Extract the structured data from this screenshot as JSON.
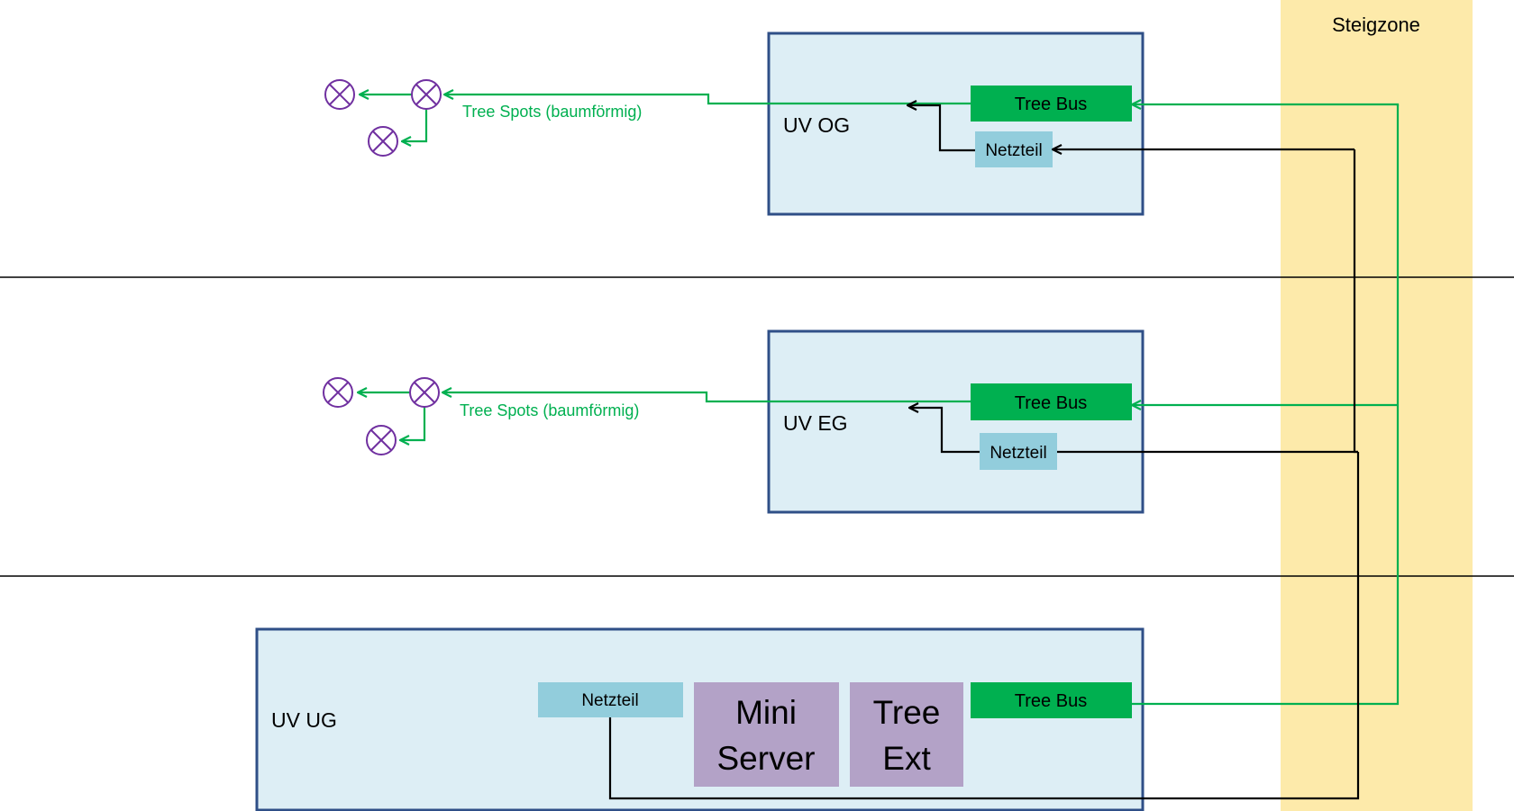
{
  "riser": {
    "label": "Steigzone"
  },
  "floors": {
    "og": {
      "cabinet_label": "UV OG",
      "tree_bus": "Tree Bus",
      "netzteil": "Netzteil",
      "spots_label": "Tree Spots (baumförmig)"
    },
    "eg": {
      "cabinet_label": "UV EG",
      "tree_bus": "Tree Bus",
      "netzteil": "Netzteil",
      "spots_label": "Tree Spots (baumförmig)"
    },
    "ug": {
      "cabinet_label": "UV UG",
      "netzteil": "Netzteil",
      "miniserver": [
        "Mini",
        "Server"
      ],
      "tree_ext": [
        "Tree",
        "Ext"
      ],
      "tree_bus": "Tree Bus"
    }
  },
  "colors": {
    "bus_green": "#00b050",
    "wire_black": "#000000",
    "cabinet_fill": "#ddeef5",
    "cabinet_border": "#2f4f87",
    "netzteil_fill": "#92cddc",
    "device_fill": "#b3a2c7",
    "riser_fill": "#fdeaaa",
    "lamp_stroke": "#7030a0"
  }
}
